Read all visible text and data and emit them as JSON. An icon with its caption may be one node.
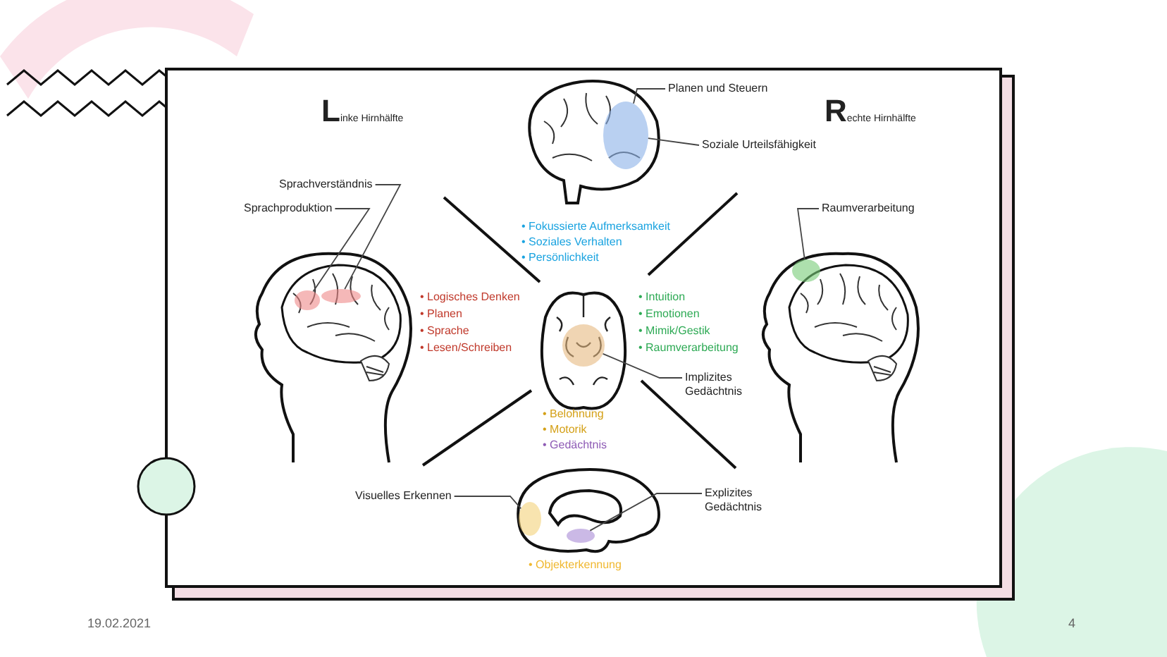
{
  "diagram": {
    "nodes": [
      {
        "text": [
          "Sprachverständnis"
        ]
      },
      {
        "text": [
          "Sprachproduktion"
        ]
      },
      {
        "text": [
          "Planen und Steuern"
        ]
      },
      {
        "text": [
          "Soziale Urteilsfähigkeit"
        ]
      },
      {
        "text": [
          "Raumverarbeitung"
        ]
      },
      {
        "text": [
          "Implizites Gedächtnis"
        ]
      },
      {
        "text": [
          "Visuelles Erkennen"
        ]
      },
      {
        "text": [
          "Explizites Gedächtnis"
        ]
      },
      {
        "text": [],
        "shape": "circle"
      },
      {
        "text": [],
        "shape": "circle"
      },
      {
        "text": [],
        "shape": "circle"
      },
      {
        "text": [],
        "shape": "circle"
      },
      {
        "text": [],
        "shape": "circle"
      },
      {
        "text": [],
        "shape": "circle"
      },
      {
        "text": [],
        "shape": "circle"
      }
    ],
    "edges": [
      {
        "from": 0,
        "to": 9,
        "arrow": "none"
      },
      {
        "from": 1,
        "to": 8,
        "arrow": "none"
      },
      {
        "from": 2,
        "to": 10,
        "arrow": "none"
      },
      {
        "from": 3,
        "to": 10,
        "arrow": "none"
      },
      {
        "from": 4,
        "to": 11,
        "arrow": "none"
      },
      {
        "from": 5,
        "to": 12,
        "arrow": "none"
      },
      {
        "from": 6,
        "to": 13,
        "arrow": "none"
      },
      {
        "from": 7,
        "to": 14,
        "arrow": "none"
      }
    ],
    "labels": [
      "Linke Hirnhälfte",
      "Rechte Hirnhälfte",
      "• Fokussierte Aufmerksamkeit",
      "• Soziales Verhalten",
      "• Persönlichkeit",
      "• Logisches Denken",
      "• Planen",
      "• Sprache",
      "• Lesen/Schreiben",
      "• Intuition",
      "• Emotionen",
      "• Mimik/Gestik",
      "• Raumverarbeitung",
      "• Belohnung",
      "• Motorik",
      "• Gedächtnis",
      "• Objekterkennung",
      "19.02.2021",
      "4"
    ]
  }
}
